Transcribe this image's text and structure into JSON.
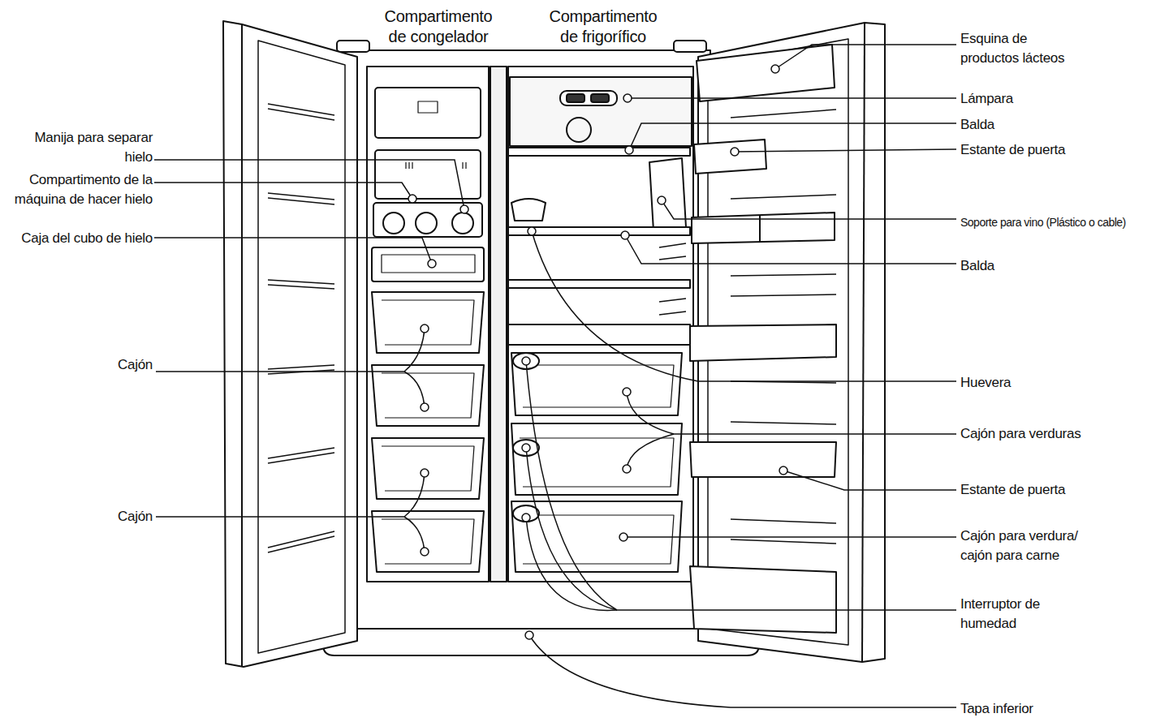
{
  "diagram": {
    "labels": [
      "Compartimento de congelador",
      "Compartimento de frigorífico",
      "Esquina de productos lácteos",
      "Lámpara",
      "Balda",
      "Estante de puerta",
      "Manija para separar hielo",
      "Compartimento de la máquina de hacer hielo",
      "Caja del cubo de hielo",
      "Soporte para vino (Plástico o cable)",
      "Balda",
      "Cajón",
      "Huevera",
      "Cajón para verduras",
      "Cajón",
      "Estante de puerta",
      "Cajón para verdura/ cajón para carne",
      "Interruptor de humedad",
      "Tapa inferior"
    ]
  }
}
